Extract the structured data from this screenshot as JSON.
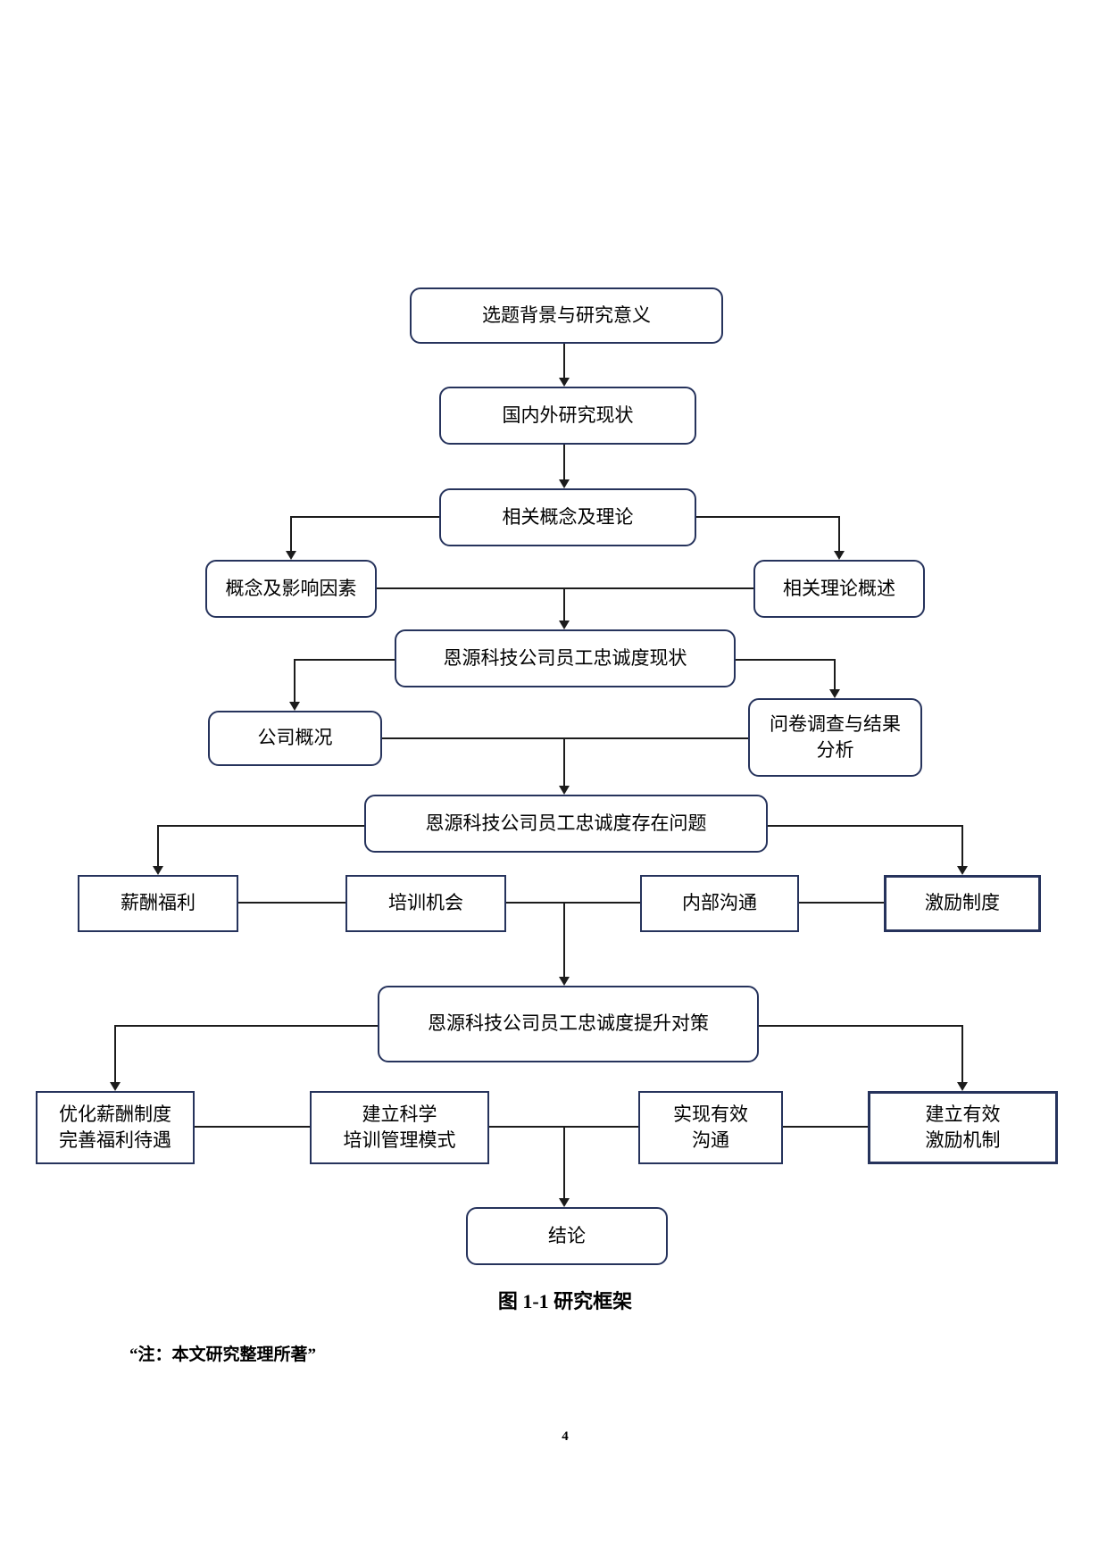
{
  "caption": "图 1-1 研究框架",
  "note": "“注：本文研究整理所著”",
  "page_number": "4",
  "colors": {
    "box_border": "#26335c",
    "connector_line": "#1c1c1c",
    "background": "#ffffff",
    "text": "#000000"
  },
  "diagram": {
    "type": "flowchart",
    "nodes": {
      "topic_background": {
        "label": "选题背景与研究意义"
      },
      "research_status": {
        "label": "国内外研究现状"
      },
      "concepts_theories": {
        "label": "相关概念及理论"
      },
      "concept_factors": {
        "label": "概念及影响因素"
      },
      "theory_overview": {
        "label": "相关理论概述"
      },
      "loyalty_status": {
        "label": "恩源科技公司员工忠诚度现状"
      },
      "company_profile": {
        "label": "公司概况"
      },
      "survey_analysis": {
        "label": "问卷调查与结果\n分析"
      },
      "loyalty_problems": {
        "label": "恩源科技公司员工忠诚度存在问题"
      },
      "salary_welfare": {
        "label": "薪酬福利"
      },
      "training_opportunity": {
        "label": "培训机会"
      },
      "internal_communication": {
        "label": "内部沟通"
      },
      "incentive_system": {
        "label": "激励制度"
      },
      "loyalty_countermeasures": {
        "label": "恩源科技公司员工忠诚度提升对策"
      },
      "optimize_salary": {
        "label": "优化薪酬制度\n完善福利待遇"
      },
      "scientific_training": {
        "label": "建立科学\n培训管理模式"
      },
      "effective_communication": {
        "label": "实现有效\n沟通"
      },
      "effective_incentive": {
        "label": "建立有效\n激励机制"
      },
      "conclusion": {
        "label": "结论"
      }
    }
  }
}
